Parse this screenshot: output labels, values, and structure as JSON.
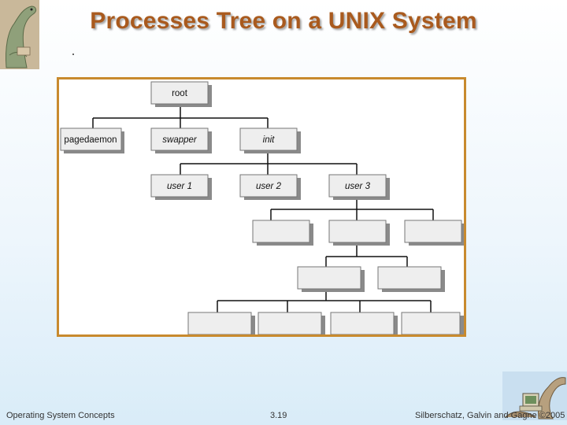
{
  "slide": {
    "title": "Processes Tree on a UNIX System"
  },
  "tree": {
    "root": "root",
    "level1": [
      "pagedaemon",
      "swapper",
      "init"
    ],
    "level2": [
      "user 1",
      "user 2",
      "user 3"
    ]
  },
  "footer": {
    "left": "Operating System Concepts",
    "center": "3.19",
    "right": "Silberschatz, Galvin and Gagne ©2005"
  },
  "colors": {
    "title": "#a95a1e",
    "frame": "#c88a2e",
    "box_fill": "#eeeeee",
    "box_shadow": "#8a8a8a"
  },
  "icons": {
    "top_left": "dinosaur-logo-icon",
    "bottom_right": "dinosaur-computer-icon"
  }
}
